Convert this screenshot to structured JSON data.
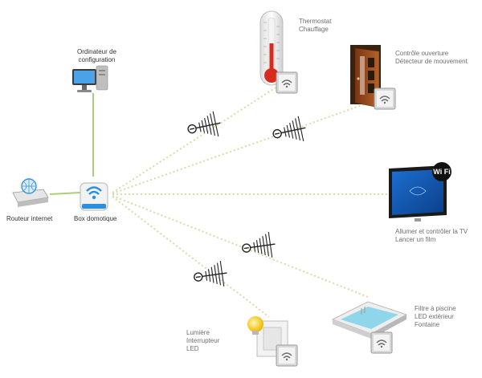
{
  "hub": {
    "label": "Box domotique"
  },
  "router": {
    "label": "Routeur internet"
  },
  "computer": {
    "lines": [
      "Ordinateur de",
      "configuration"
    ]
  },
  "devices": {
    "thermostat": {
      "lines": [
        "Thermostat",
        "Chauffage"
      ]
    },
    "door": {
      "lines": [
        "Contrôle ouverture",
        "Détecteur de mouvement"
      ]
    },
    "tv": {
      "lines": [
        "Allumer et contrôler la TV",
        "Lancer un film"
      ],
      "badge": "Wi Fi"
    },
    "pool": {
      "lines": [
        "Filtre à piscine",
        "LED extérieur",
        "Fontaine"
      ]
    },
    "light": {
      "lines": [
        "Lumière",
        "Interrupteur",
        "LED"
      ]
    }
  },
  "colors": {
    "wired_link": "#a8cf7a",
    "wireless_link": "#cfe0a6",
    "wifi_blue": "#2b8fe0",
    "door_wood": "#9a4a1e",
    "pool_water": "#8fd6ea",
    "bulb": "#f5c518"
  },
  "icons": [
    "router-icon",
    "hub-icon",
    "computer-icon",
    "thermometer-icon",
    "door-icon",
    "tv-icon",
    "pool-icon",
    "light-switch-icon",
    "antenna-icon",
    "wifi-icon"
  ]
}
